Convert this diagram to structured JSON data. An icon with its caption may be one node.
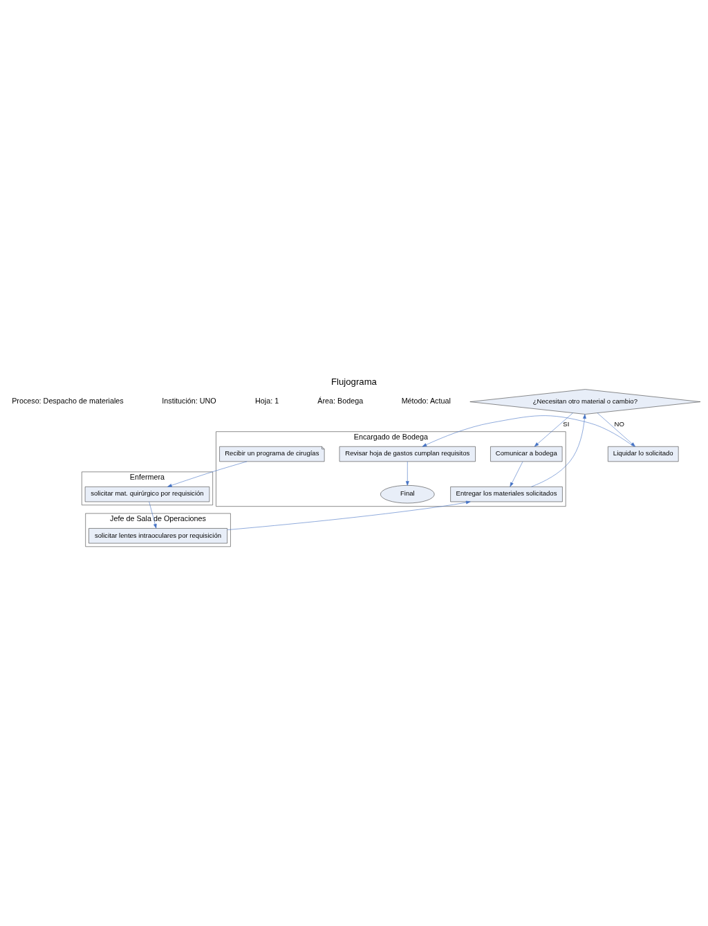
{
  "diagram": {
    "title": "Flujograma",
    "nodes": [
      {
        "text": [
          "Encargado de Bodega"
        ]
      },
      {
        "text": [
          "Enfermera"
        ]
      },
      {
        "text": [
          "Jefe de Sala de Operaciones"
        ]
      },
      {
        "text": [
          "Recibir un programa de cirugías"
        ],
        "in": 0
      },
      {
        "text": [
          "solicitar mat. quirúrgico por requisición"
        ],
        "in": 1
      },
      {
        "text": [
          "solicitar lentes intraoculares por requisición"
        ],
        "in": 2
      },
      {
        "text": [
          "Entregar los materiales solicitados"
        ],
        "in": 0
      },
      {
        "text": [
          "¿Necesitan otro material o cambio?"
        ]
      },
      {
        "text": [
          "Comunicar a bodega"
        ],
        "in": 0
      },
      {
        "text": [
          "Liquidar lo solicitado"
        ]
      },
      {
        "text": [
          "Revisar hoja de gastos cumplan requisitos"
        ],
        "in": 0
      },
      {
        "text": [
          "Final"
        ],
        "in": 0
      }
    ],
    "edges": [
      {
        "from": 3,
        "to": 4,
        "arrow": "to"
      },
      {
        "from": 4,
        "to": 5,
        "arrow": "to"
      },
      {
        "from": 5,
        "to": 6,
        "arrow": "to"
      },
      {
        "from": 6,
        "to": 7,
        "arrow": "to"
      },
      {
        "from": 7,
        "to": 8,
        "arrow": "to",
        "label": "SI"
      },
      {
        "from": 7,
        "to": 9,
        "arrow": "to",
        "label": "NO"
      },
      {
        "from": 8,
        "to": 6,
        "arrow": "to"
      },
      {
        "from": 9,
        "to": 10,
        "arrow": "to"
      },
      {
        "from": 10,
        "to": 11,
        "arrow": "to"
      }
    ],
    "labels": [
      "Proceso: Despacho de materiales",
      "Institución: UNO",
      "Hoja: 1",
      "Área: Bodega",
      "Método: Actual"
    ]
  }
}
